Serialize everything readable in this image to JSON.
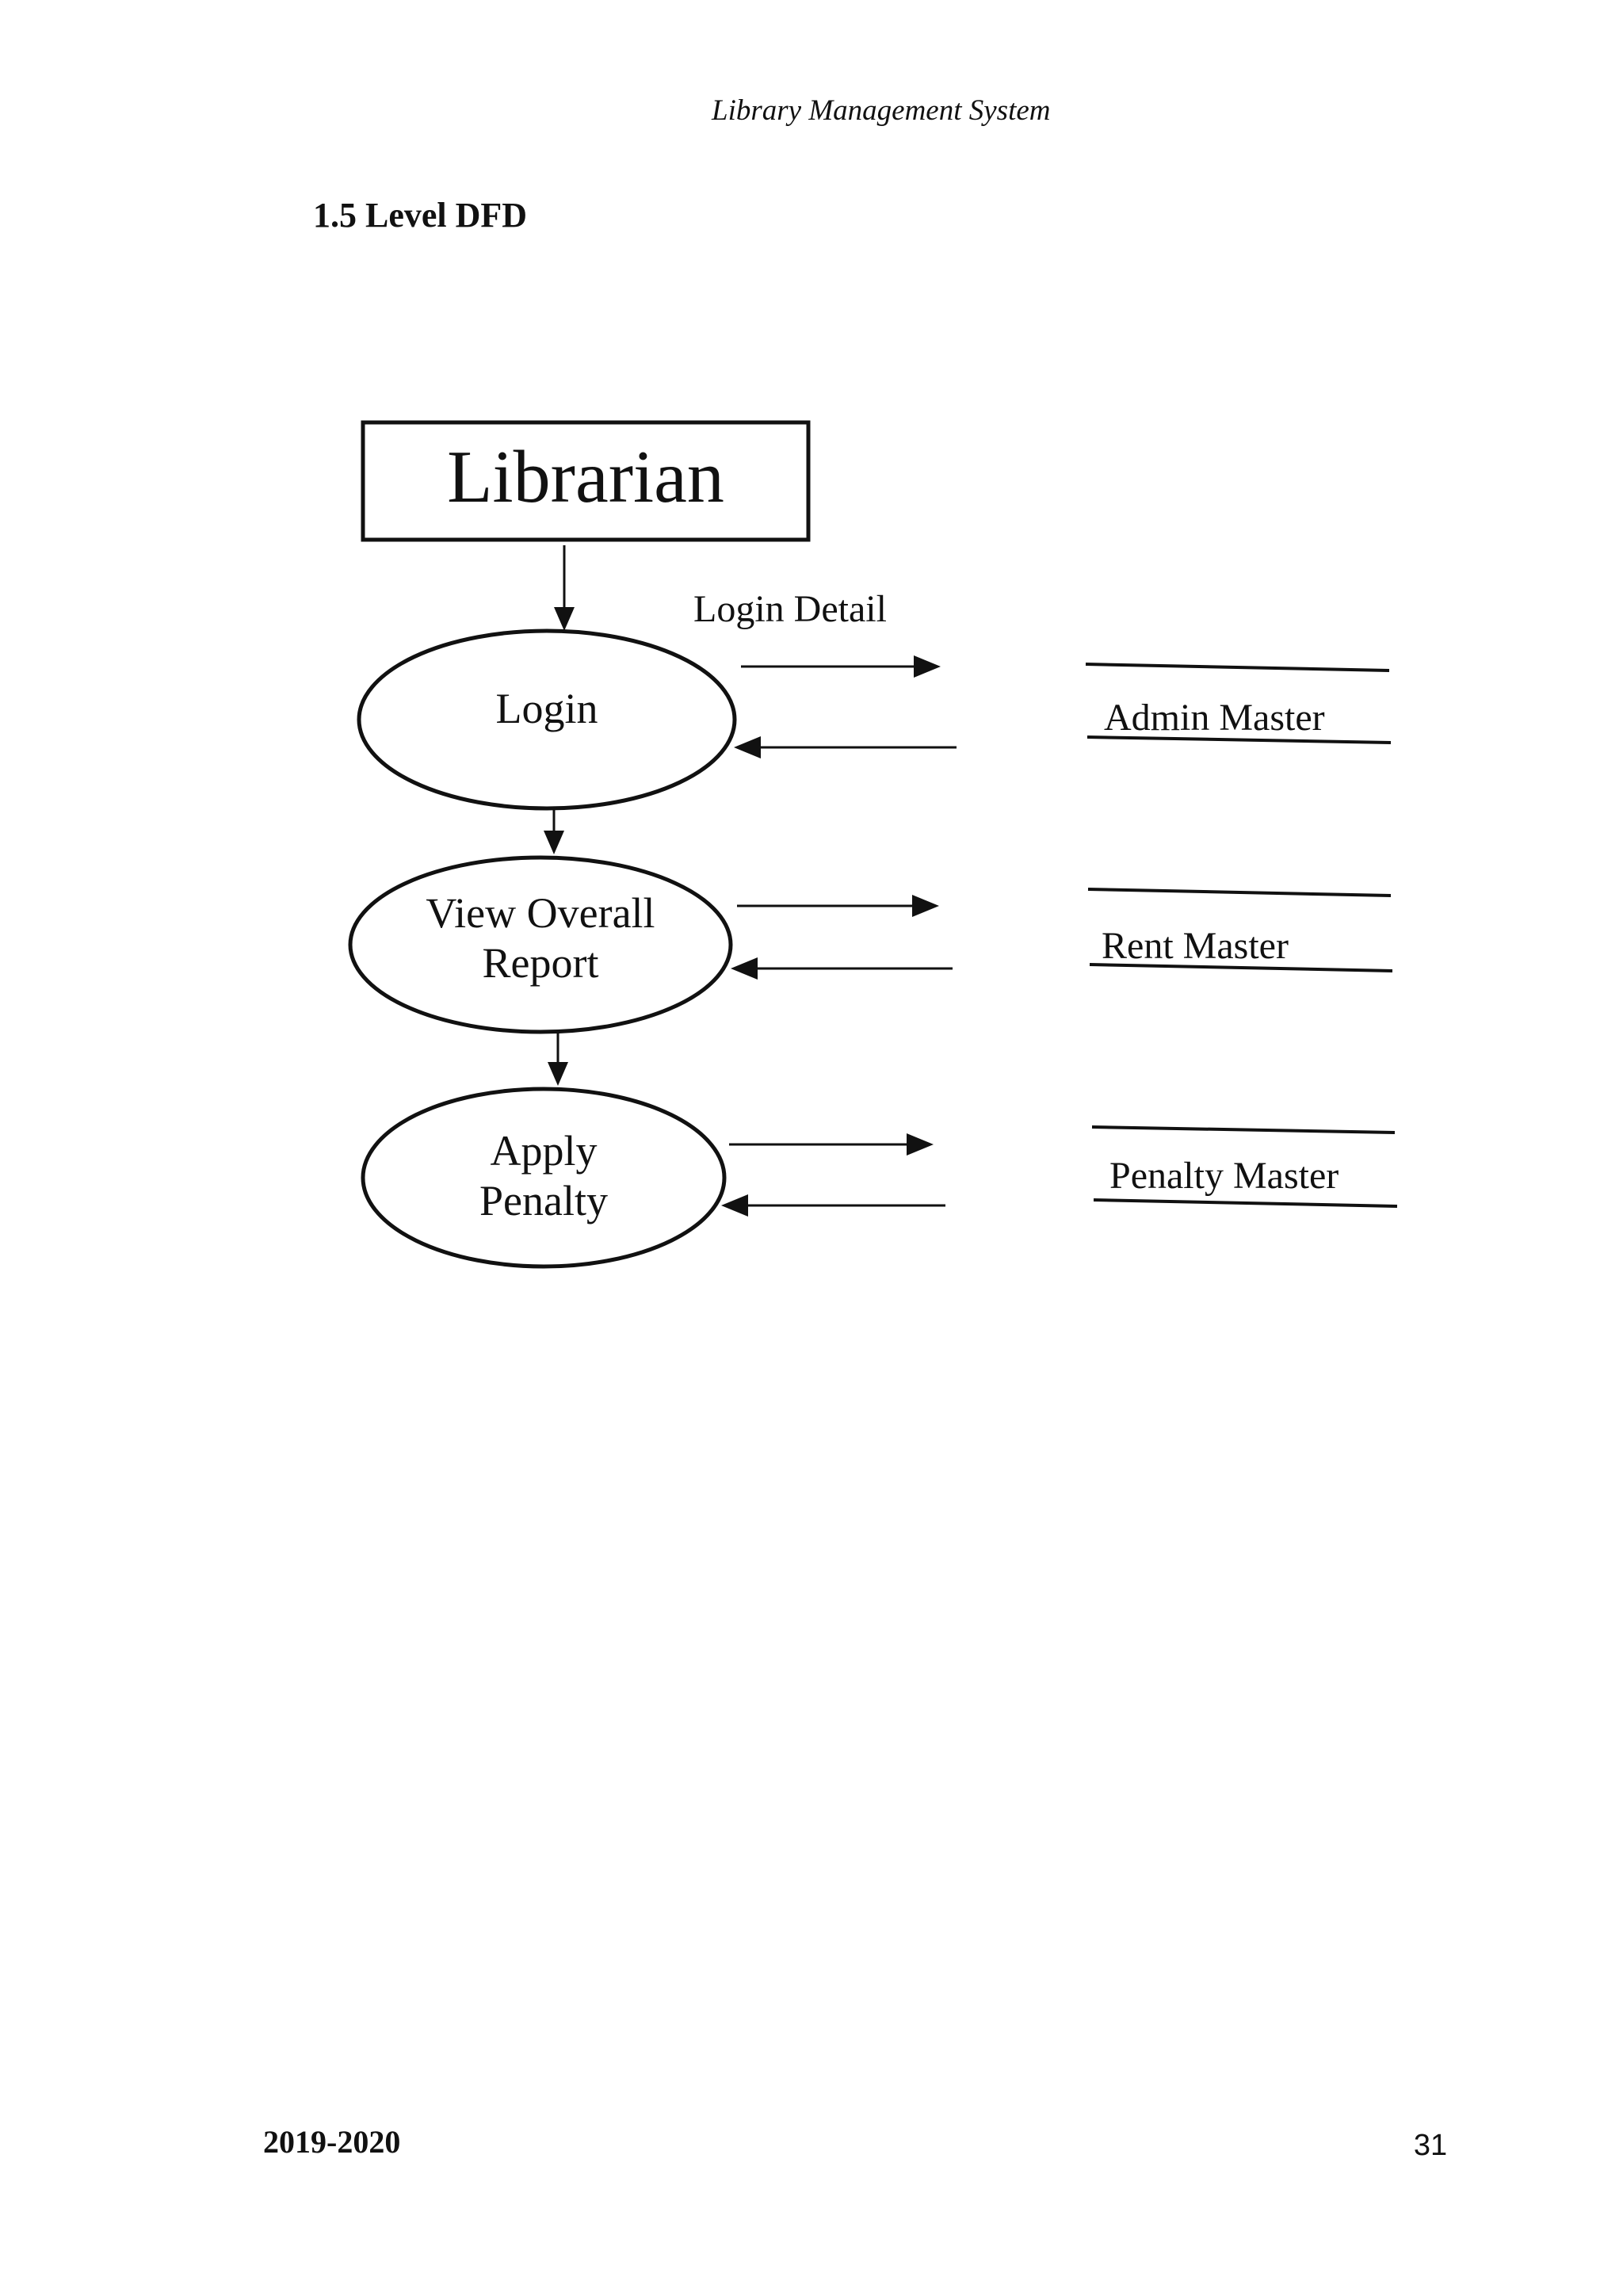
{
  "page": {
    "header_title": "Library Management System",
    "section_heading": "1.5 Level DFD",
    "footer_left": "2019-2020",
    "page_number": "31"
  },
  "diagram": {
    "external_entity_label": "Librarian",
    "flow_label": "Login Detail",
    "processes": [
      {
        "line1": "Login"
      },
      {
        "line1": "View Overall",
        "line2": "Report"
      },
      {
        "line1": "Apply",
        "line2": "Penalty"
      }
    ],
    "data_stores": [
      {
        "label": "Admin Master"
      },
      {
        "label": "Rent Master"
      },
      {
        "label": "Penalty Master"
      }
    ],
    "colors": {
      "ink": "#111111",
      "paper": "#ffffff"
    }
  }
}
